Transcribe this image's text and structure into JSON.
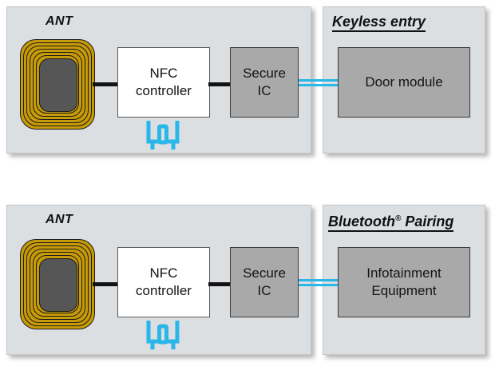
{
  "diagram": {
    "title_hidden": "",
    "colors": {
      "panel_bg": "#dcdfe2",
      "coil_gold": "#c79a08",
      "coil_core": "#565656",
      "block_grey": "#a9a9a9",
      "block_white": "#ffffff",
      "wire_black": "#121212",
      "link_cyan": "#29b6e8",
      "text": "#111111"
    },
    "rows": [
      {
        "id": "keyless-entry",
        "ant_label": "ANT",
        "antenna_icon": "nfc-antenna-coil-icon",
        "controller_label": "NFC\ncontroller",
        "controller_line1": "NFC",
        "controller_line2": "controller",
        "secure_line1": "Secure",
        "secure_line2": "IC",
        "nfc_logo_icon": "nfc-n-mark-icon",
        "heading": "Keyless entry",
        "heading_superscript": "",
        "module_line1": "Door module",
        "module_line2": ""
      },
      {
        "id": "bluetooth-pairing",
        "ant_label": "ANT",
        "antenna_icon": "nfc-antenna-coil-icon",
        "controller_label": "NFC\ncontroller",
        "controller_line1": "NFC",
        "controller_line2": "controller",
        "secure_line1": "Secure",
        "secure_line2": "IC",
        "nfc_logo_icon": "nfc-n-mark-icon",
        "heading": "Bluetooth",
        "heading_superscript": "®",
        "heading_tail": " Pairing",
        "module_line1": "Infotainment",
        "module_line2": "Equipment"
      }
    ]
  }
}
